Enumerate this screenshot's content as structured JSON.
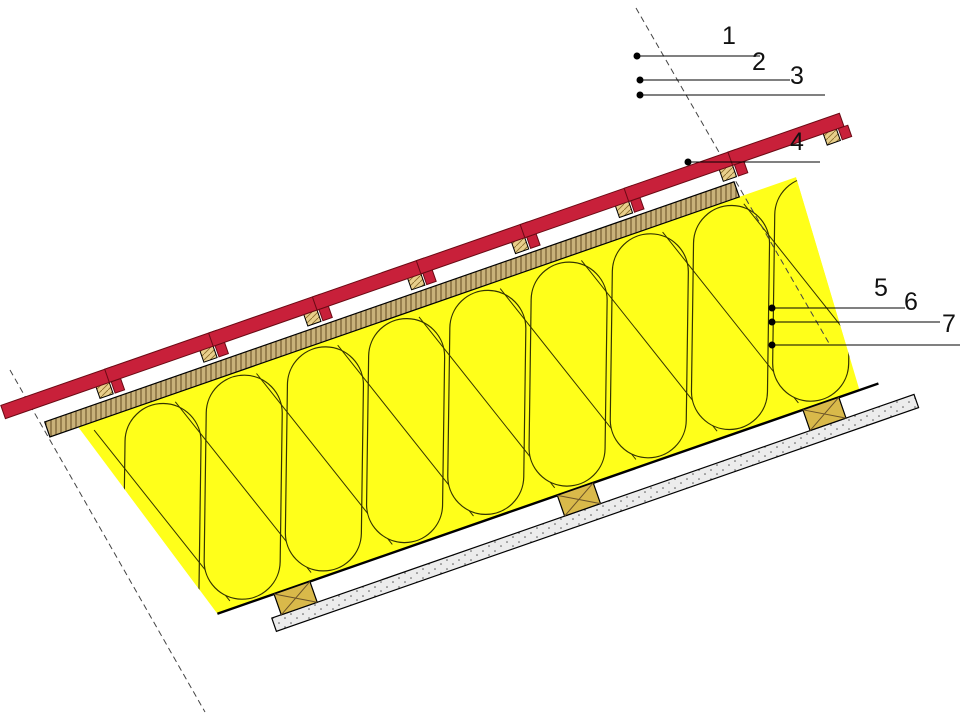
{
  "callouts": [
    {
      "id": "1",
      "label": "1"
    },
    {
      "id": "2",
      "label": "2"
    },
    {
      "id": "3",
      "label": "3"
    },
    {
      "id": "4",
      "label": "4"
    },
    {
      "id": "5",
      "label": "5"
    },
    {
      "id": "6",
      "label": "6"
    },
    {
      "id": "7a",
      "label": "7"
    },
    {
      "id": "7b",
      "label": "7"
    }
  ],
  "colors": {
    "roof_tile": "#c8203a",
    "tile_outline": "#6a0a14",
    "batten_wood": "#e8d29a",
    "board_wood": "#c9b27a",
    "insulation": "#ffff1a",
    "insulation_line": "#333300",
    "plasterboard": "#e8e8e8",
    "outline": "#000000"
  }
}
